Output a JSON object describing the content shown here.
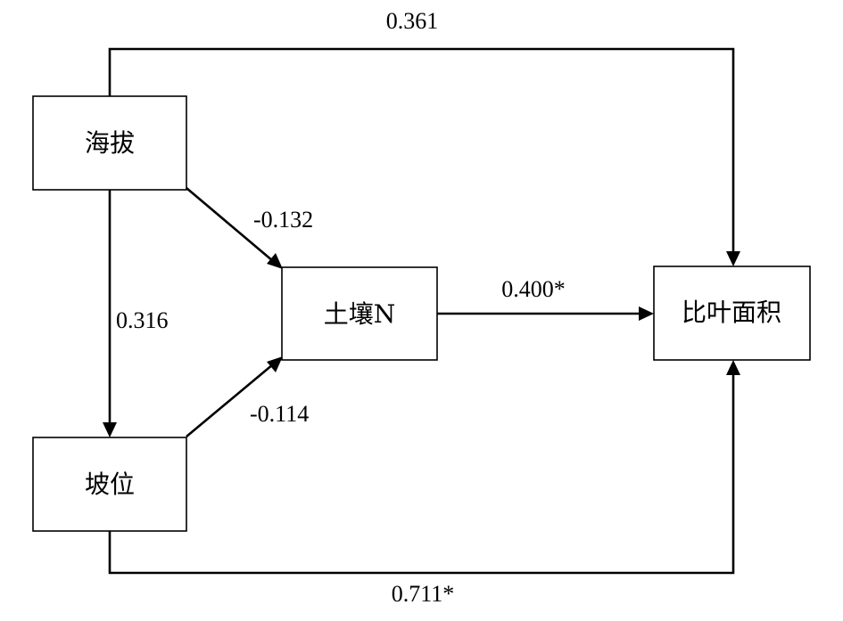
{
  "nodes": {
    "altitude": {
      "label": "海拔"
    },
    "slope_position": {
      "label": "坡位"
    },
    "soil_n": {
      "label": "土壤N"
    },
    "sla": {
      "label": "比叶面积"
    }
  },
  "edges": {
    "altitude_to_sla": {
      "coefficient": "0.361"
    },
    "altitude_to_soil_n": {
      "coefficient": "-0.132"
    },
    "altitude_to_slope": {
      "coefficient": "0.316"
    },
    "slope_to_soil_n": {
      "coefficient": "-0.114"
    },
    "soil_n_to_sla": {
      "coefficient": "0.400*"
    },
    "slope_to_sla": {
      "coefficient": "0.711*"
    }
  }
}
